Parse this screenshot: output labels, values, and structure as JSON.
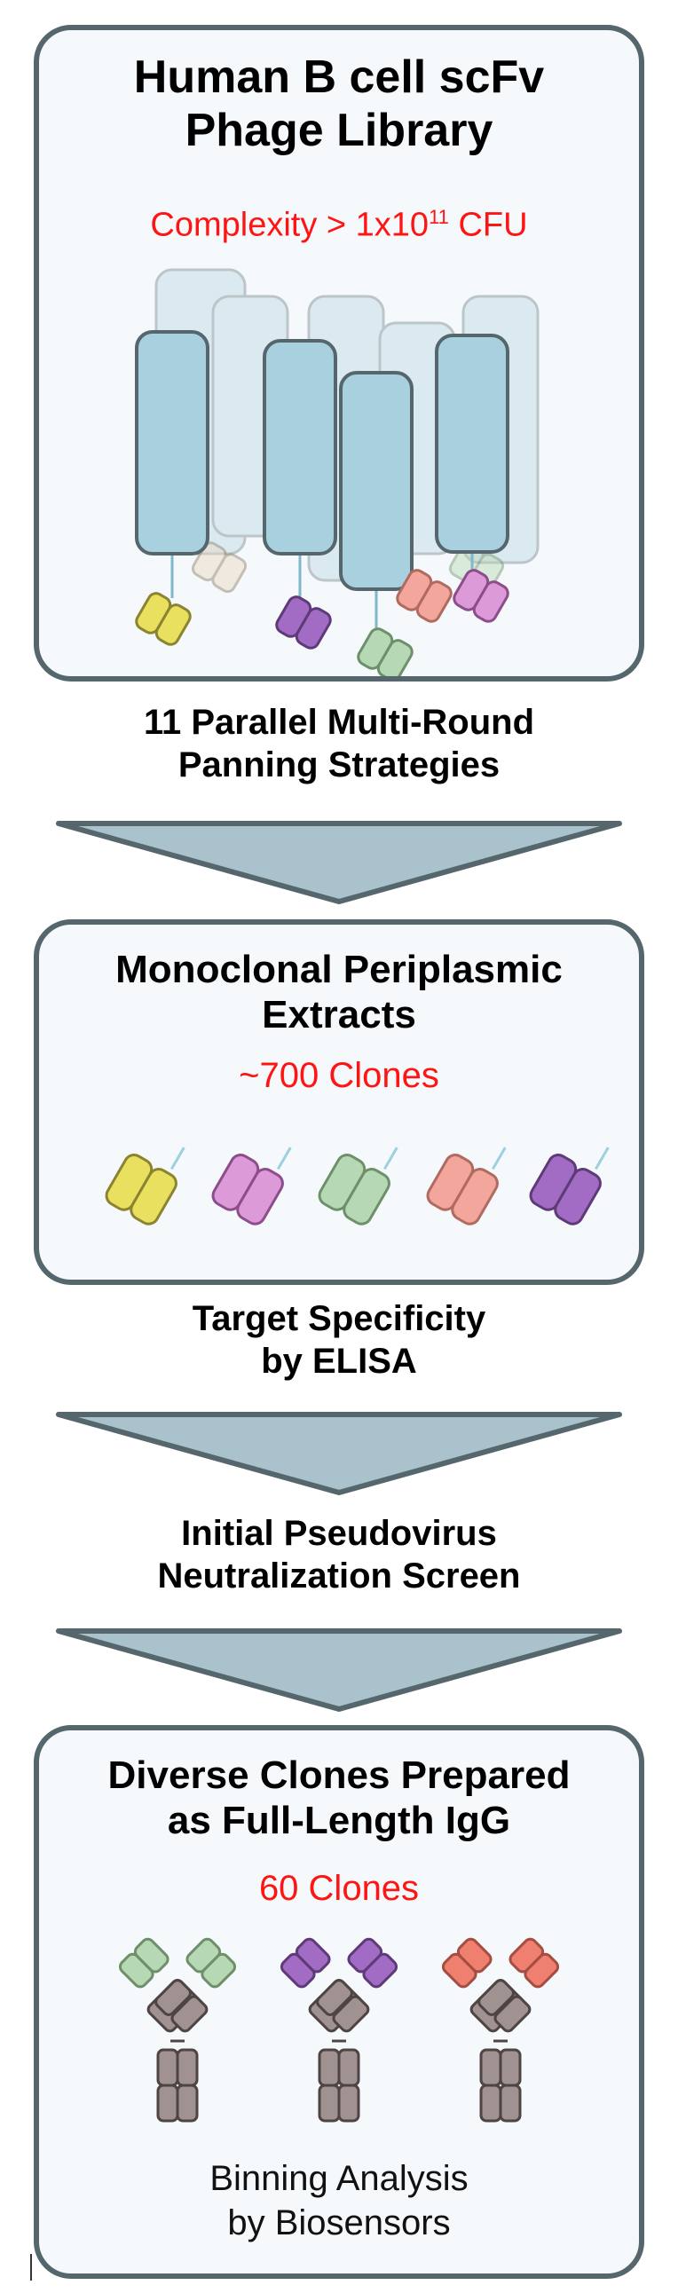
{
  "panels": {
    "library": {
      "title_line1": "Human B cell scFv",
      "title_line2": "Phage Library",
      "complexity_prefix": "Complexity > 1x10",
      "complexity_exp": "11",
      "complexity_suffix": " CFU"
    },
    "extracts": {
      "title_line1": "Monoclonal Periplasmic",
      "title_line2": "Extracts",
      "count": "~700 Clones"
    },
    "igg": {
      "title_line1": "Diverse Clones Prepared",
      "title_line2": "as Full-Length IgG",
      "count": "60 Clones",
      "note_line1": "Binning Analysis",
      "note_line2": "by Biosensors"
    }
  },
  "steps": {
    "panning": {
      "line1": "11 Parallel Multi-Round",
      "line2": "Panning Strategies"
    },
    "elisa": {
      "line1": "Target Specificity",
      "line2": "by ELISA"
    },
    "neutralization": {
      "line1": "Initial Pseudovirus",
      "line2": "Neutralization Screen"
    }
  },
  "colors": {
    "panel_border": "#55666d",
    "panel_fill": "#f5f9fb",
    "highlight_red": "#ff1414",
    "arrow_fill": "#a9c2cc",
    "arrow_stroke": "#55666d",
    "phage_fill": "#a9d0de",
    "scfv_yellow": "#e9e060",
    "scfv_purple": "#a26bc4",
    "scfv_green": "#b7d8b4",
    "scfv_pink": "#f3a69b",
    "scfv_magenta": "#dc9ad8",
    "scfv_tan": "#ead6c0",
    "igg_heavy": "#a09290"
  }
}
